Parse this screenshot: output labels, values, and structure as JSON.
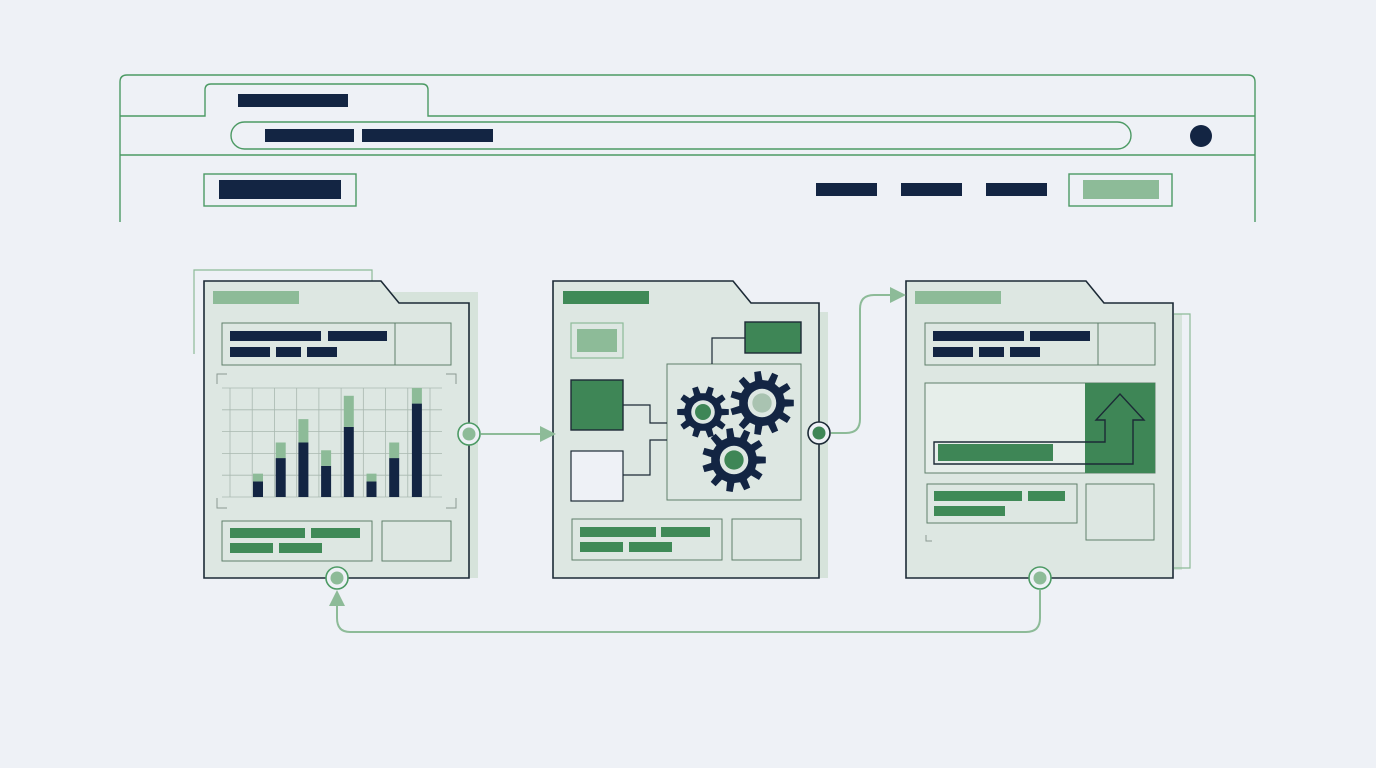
{
  "colors": {
    "background": "#eef1f6",
    "line_green": "#4c9a64",
    "soft_green": "#8dbb98",
    "mid_green": "#3f8a57",
    "dark_green": "#3e8656",
    "navy": "#132543",
    "card_fill": "#dde7e2",
    "card_shadow": "#cfe0d5",
    "outline": "#1c2a36"
  },
  "icons": {
    "browser_action": "circle-dot-icon",
    "card_1": "bar-chart-icon",
    "card_2": "gears-icon",
    "card_3": "up-arrow-icon"
  },
  "chart_data": {
    "type": "bar",
    "categories": [],
    "series": [
      {
        "values": [
          1,
          2.5,
          3.5,
          2,
          4.5,
          1,
          2.5,
          6
        ]
      },
      {
        "values": [
          0.5,
          1,
          1.5,
          1,
          2,
          0.5,
          1,
          1
        ]
      }
    ],
    "ylim": [
      0,
      7
    ],
    "grid": true,
    "legend": "none"
  }
}
